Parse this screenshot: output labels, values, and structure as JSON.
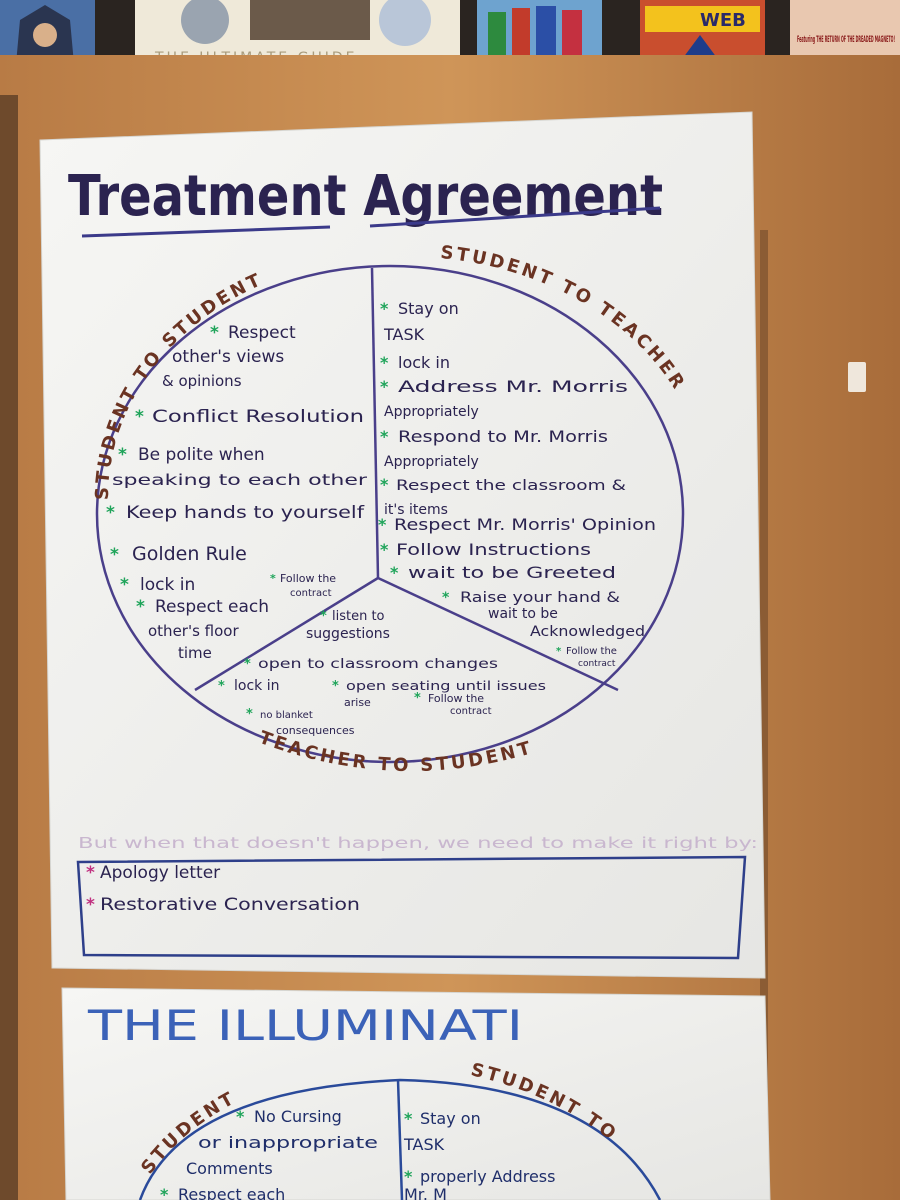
{
  "shelf": {
    "book_text": "THE ULTIMATE GUIDE",
    "comic_text": "Featuring THE RETURN OF THE DREADED MAGNETO!",
    "small_comic_text": "WEB"
  },
  "poster_top": {
    "title": "Treatment Agreement",
    "labels": {
      "student_to_student": "STUDENT TO STUDENT",
      "student_to_teacher": "STUDENT TO TEACHER",
      "teacher_to_student": "TEACHER TO STUDENT"
    },
    "left_items": [
      "Respect",
      "other's views",
      "& opinions",
      "Conflict Resolution",
      "Be polite when",
      "speaking to each other",
      "Keep hands to yourself",
      "Golden Rule",
      "lock in",
      "Follow the",
      "contract",
      "Respect each",
      "other's floor",
      "time"
    ],
    "right_items": [
      "Stay on",
      "TASK",
      "lock in",
      "Address Mr. Morris",
      "Appropriately",
      "Respond to Mr. Morris",
      "Appropriately",
      "Respect the classroom &",
      "it's items",
      "Respect Mr. Morris' Opinion",
      "Follow Instructions",
      "wait to be Greeted",
      "Raise your hand &",
      "wait to be",
      "Acknowledged",
      "Follow the",
      "contract"
    ],
    "bottom_items": [
      "listen to",
      "suggestions",
      "open to classroom changes",
      "lock in",
      "open seating until issues",
      "arise",
      "Follow the",
      "contract",
      "no blanket",
      "consequences"
    ],
    "footer_line": "But when that doesn't happen, we need to make it right by:",
    "remedies": [
      "Apology letter",
      "Restorative Conversation"
    ]
  },
  "poster_bottom": {
    "title": "THE ILLUMINATI",
    "labels": {
      "student": "STUDENT",
      "student_to": "STUDENT TO"
    },
    "left_items": [
      "No Cursing",
      "or inappropriate",
      "Comments",
      "Respect each"
    ],
    "right_items": [
      "Stay on",
      "TASK",
      "properly Address",
      "Mr. M"
    ]
  },
  "colors": {
    "cabinet": "#c78c52",
    "paper": "#f1f1ef",
    "marker_purple": "#2b2350",
    "marker_brown": "#6a3322",
    "star_green": "#1fa45a",
    "star_pink": "#c03080",
    "blue_title": "#3b62b8"
  }
}
